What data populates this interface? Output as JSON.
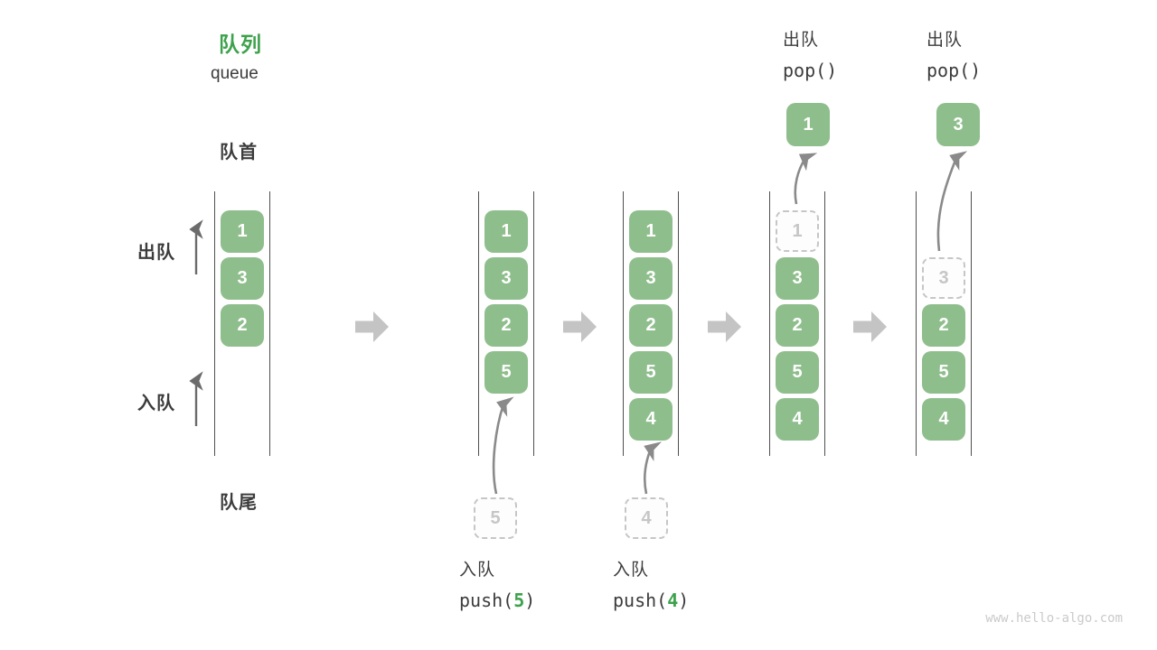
{
  "header": {
    "title_zh": "队列",
    "title_en": "queue"
  },
  "labels": {
    "front": "队首",
    "rear": "队尾",
    "dequeue_side": "出队",
    "enqueue_side": "入队"
  },
  "columns": [
    {
      "items": [
        "1",
        "3",
        "2"
      ]
    },
    {
      "items": [
        "1",
        "3",
        "2",
        "5"
      ],
      "incoming": "5"
    },
    {
      "items": [
        "1",
        "3",
        "2",
        "5",
        "4"
      ],
      "incoming": "4"
    },
    {
      "items": [
        "3",
        "2",
        "5",
        "4"
      ],
      "ghost": "1",
      "popped": "1"
    },
    {
      "items": [
        "2",
        "5",
        "4"
      ],
      "ghost": "3",
      "popped": "3"
    }
  ],
  "operations": {
    "push5": {
      "label": "入队",
      "code_prefix": "push(",
      "arg": "5",
      "code_suffix": ")"
    },
    "push4": {
      "label": "入队",
      "code_prefix": "push(",
      "arg": "4",
      "code_suffix": ")"
    },
    "pop1": {
      "label": "出队",
      "code": "pop()"
    },
    "pop2": {
      "label": "出队",
      "code": "pop()"
    }
  },
  "watermark": "www.hello-algo.com",
  "icons": {
    "flow_arrow": "right-block-arrow-icon",
    "up_arrow": "up-arrow-icon",
    "curved_arrow": "curved-arrow-icon"
  },
  "colors": {
    "box_green": "#8fbe8d",
    "accent_green": "#3da24c",
    "flow_arrow_gray": "#c4c4c4",
    "dashed_gray": "#c6c6c6",
    "queue_line_gray": "#4f4f4f",
    "curve_arrow_gray": "#888888",
    "text_dark": "#3c3c3c",
    "watermark_gray": "#cacaca"
  }
}
